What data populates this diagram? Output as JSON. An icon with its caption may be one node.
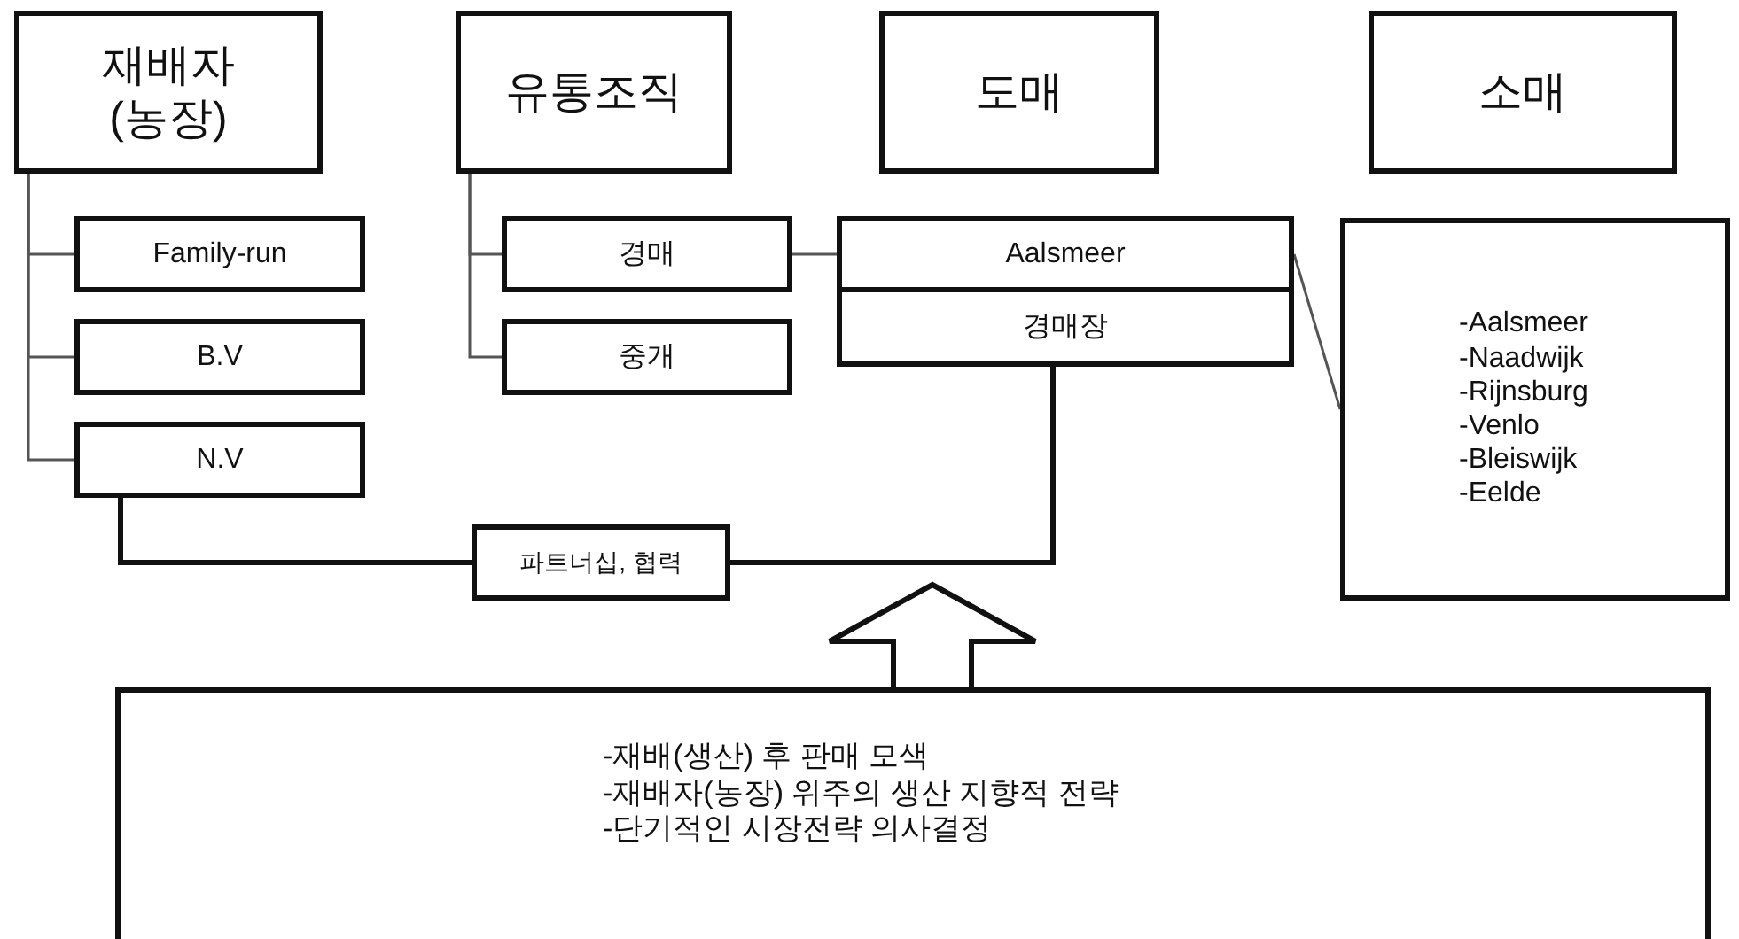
{
  "diagram": {
    "nodes": [
      {
        "text": [
          "재배자 (농장)"
        ]
      },
      {
        "text": [
          "유통조직"
        ]
      },
      {
        "text": [
          "도매"
        ]
      },
      {
        "text": [
          "소매"
        ]
      },
      {
        "text": [
          "Family-run"
        ]
      },
      {
        "text": [
          "B.V"
        ]
      },
      {
        "text": [
          "N.V"
        ]
      },
      {
        "text": [
          "경매"
        ]
      },
      {
        "text": [
          "중개"
        ]
      },
      {
        "text": [
          "Aalsmeer"
        ]
      },
      {
        "text": [
          "경매장"
        ]
      },
      {
        "text": [
          "-Aalsmeer",
          "-Naadwijk",
          "-Rijnsburg",
          "-Venlo",
          "-Bleiswijk",
          "-Eelde"
        ]
      },
      {
        "text": [
          "파트너십, 협력"
        ]
      },
      {
        "text": [
          "-재배(생산) 후 판매 모색",
          "-재배자(농장) 위주의 생산 지향적 전략",
          "-단기적인 시장전략 의사결정"
        ]
      }
    ],
    "edges": [
      {
        "from": 0,
        "to": 4,
        "arrow": "none"
      },
      {
        "from": 0,
        "to": 5,
        "arrow": "none"
      },
      {
        "from": 0,
        "to": 6,
        "arrow": "none"
      },
      {
        "from": 1,
        "to": 7,
        "arrow": "none"
      },
      {
        "from": 1,
        "to": 8,
        "arrow": "none"
      },
      {
        "from": 7,
        "to": 9,
        "arrow": "none"
      },
      {
        "from": 9,
        "to": 11,
        "arrow": "none"
      },
      {
        "from": 6,
        "to": 12,
        "arrow": "none",
        "style": "thick"
      },
      {
        "from": 12,
        "to": 10,
        "arrow": "none",
        "style": "thick"
      },
      {
        "from": 13,
        "to": null,
        "arrow": "to",
        "style": "thick"
      }
    ]
  }
}
